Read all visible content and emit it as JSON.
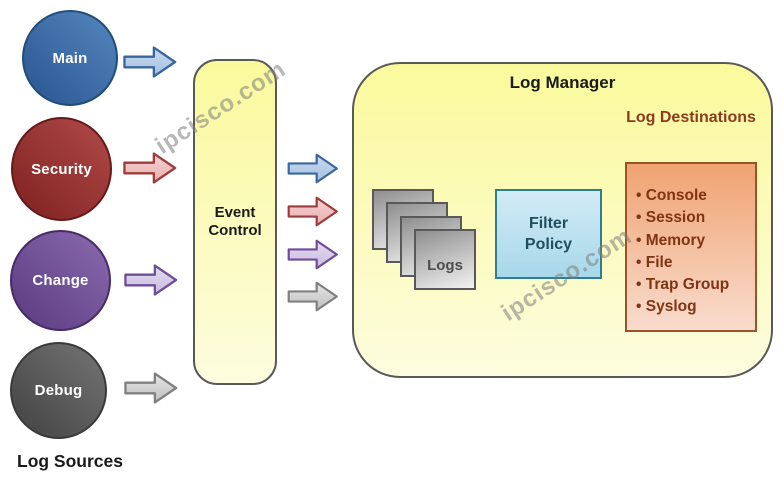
{
  "watermark": {
    "text": "ipcisco.com",
    "color": "#7D7D7D"
  },
  "colors": {
    "canvas_bg": "#FFFFFF",
    "circle_main": {
      "angle": "225deg",
      "from": "#5586BE",
      "to": "#2A5590",
      "border": "#1F4E79",
      "text": "#FFFFFF"
    },
    "circle_security": {
      "angle": "225deg",
      "from": "#B04A48",
      "to": "#7E2120",
      "border": "#641A1A",
      "text": "#FFFFFF"
    },
    "circle_change": {
      "angle": "225deg",
      "from": "#8A6BAE",
      "to": "#5B3A80",
      "border": "#472B66",
      "text": "#FFFFFF"
    },
    "circle_debug": {
      "angle": "225deg",
      "from": "#747474",
      "to": "#424242",
      "border": "#3A3A3A",
      "text": "#FFFFFF"
    },
    "panel_yellow": {
      "angle": "180deg",
      "from": "#FAFA9C",
      "to": "#FDFCDE",
      "border": "#595959"
    },
    "logs_square": {
      "angle": "160deg",
      "from": "#8F8F8F",
      "to": "#F2F2F2",
      "border": "#595959"
    },
    "filter_policy": {
      "angle": "180deg",
      "from": "#D2EBF6",
      "to": "#A8D8EA",
      "border": "#2E7F92",
      "text": "#1F4E5F"
    },
    "destinations_box": {
      "angle": "180deg",
      "from": "#EFA371",
      "to": "#F9DCCE",
      "border": "#9C5229",
      "text": "#7F3413"
    },
    "arrows": {
      "blue": {
        "light": "#CBDCEE",
        "dark": "#A3BFE0",
        "border": "#3A66A0"
      },
      "red": {
        "light": "#F5D3D3",
        "dark": "#E8AFAF",
        "border": "#9E3B3B"
      },
      "purple": {
        "light": "#E4DCEF",
        "dark": "#C8BCE0",
        "border": "#6E4E96"
      },
      "gray": {
        "light": "#E6E6E6",
        "dark": "#BFBFBF",
        "border": "#808080"
      }
    }
  },
  "log_sources": {
    "label": "Log Sources",
    "items": [
      {
        "label": "Main"
      },
      {
        "label": "Security"
      },
      {
        "label": "Change"
      },
      {
        "label": "Debug"
      }
    ]
  },
  "event_control": {
    "label": "Event Control"
  },
  "log_manager": {
    "title": "Log Manager",
    "logs_label": "Logs",
    "filter_policy_label": "Filter Policy",
    "log_destinations": {
      "title": "Log Destinations",
      "items": [
        "Console",
        "Session",
        "Memory",
        "File",
        "Trap Group",
        "Syslog"
      ]
    }
  }
}
